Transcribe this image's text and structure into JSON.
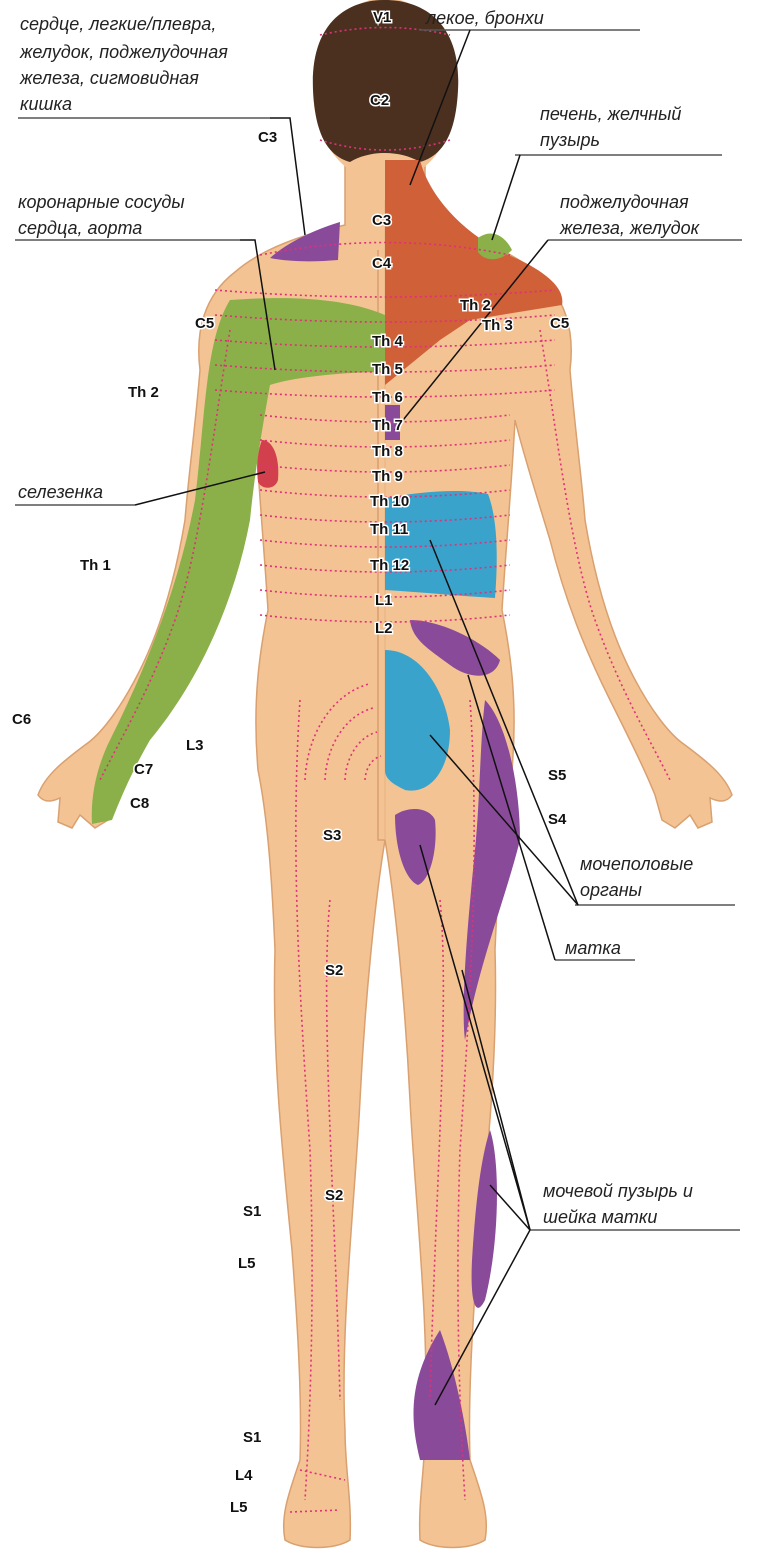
{
  "title": "Зоны Захарьина-Геда (вид сзади)",
  "colors": {
    "skin": "#f4c393",
    "hair": "#4b3020",
    "red": "#cf6038",
    "green": "#8bb04a",
    "blue": "#3aa3cc",
    "purple": "#8a4a9a",
    "spleen": "#d2404e",
    "dermatome": "#e0307a"
  },
  "organ_labels": {
    "heart_lungs": [
      "сердце, легкие/плевра,",
      "желудок, поджелудочная",
      "железа, сигмовидная",
      "кишка"
    ],
    "lungs_bronchi": [
      "лекое, бронхи"
    ],
    "liver": [
      "печень, желчный",
      "пузырь"
    ],
    "coronary": [
      "коронарные сосуды",
      "сердца, аорта"
    ],
    "pancreas": [
      "поджелудочная",
      "железа, желудок"
    ],
    "spleen": [
      "селезенка"
    ],
    "urogenital": [
      "мочеполовые",
      "органы"
    ],
    "uterus": [
      "матка"
    ],
    "bladder": [
      "мочевой пузырь и",
      "шейка матки"
    ]
  },
  "segments": {
    "v1": "V1",
    "c2": "C2",
    "c3_left": "C3",
    "c3": "C3",
    "c4": "C4",
    "c5_left": "C5",
    "c5_right": "C5",
    "th2": "Th 2",
    "th3": "Th 3",
    "th4": "Th 4",
    "th5": "Th 5",
    "th6": "Th 6",
    "th7": "Th 7",
    "th8": "Th 8",
    "th9": "Th 9",
    "th10": "Th 10",
    "th11": "Th 11",
    "th12": "Th 12",
    "l1": "L1",
    "l2": "L2",
    "th2_arm": "Th 2",
    "th1_arm": "Th 1",
    "c6": "C6",
    "c7": "C7",
    "c8": "C8",
    "l3": "L3",
    "s5": "S5",
    "s4": "S4",
    "s3": "S3",
    "s2_upper": "S2",
    "s2_lower": "S2",
    "s1_leg": "S1",
    "l5_leg": "L5",
    "s1_foot": "S1",
    "l4_foot": "L4",
    "l5_foot": "L5"
  }
}
